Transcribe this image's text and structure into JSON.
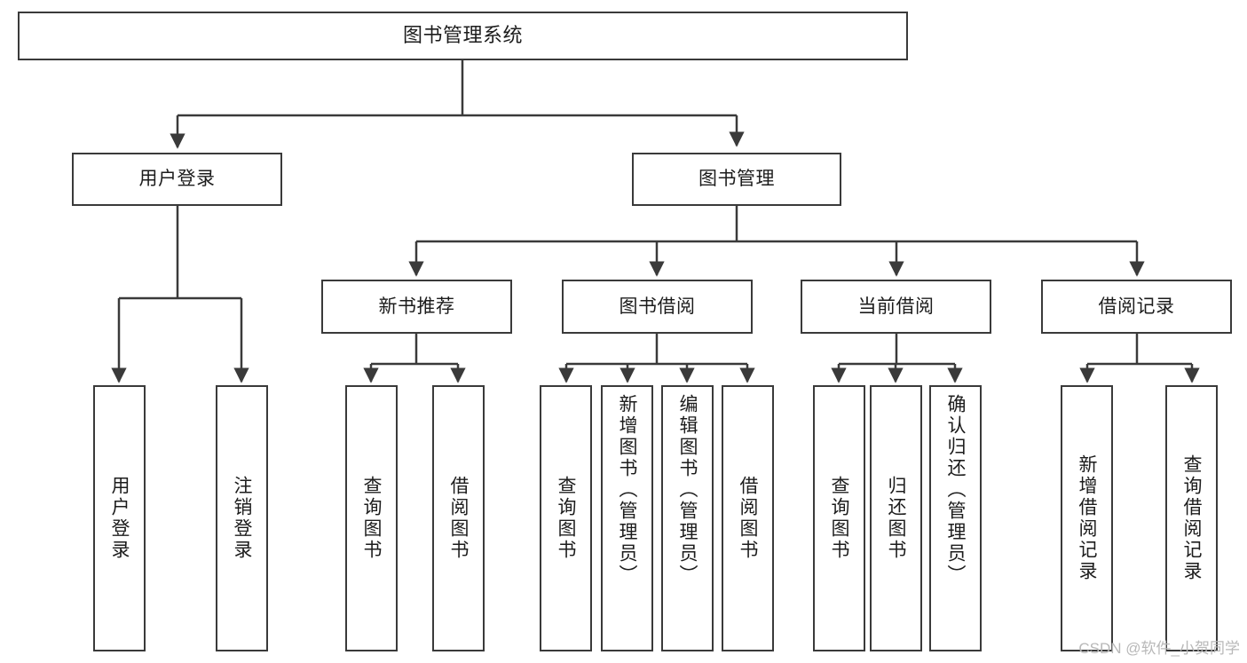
{
  "diagram": {
    "type": "tree-hierarchy",
    "root": {
      "label": "图书管理系统"
    },
    "level2": [
      {
        "label": "用户登录"
      },
      {
        "label": "图书管理"
      }
    ],
    "level3": [
      {
        "label": "新书推荐"
      },
      {
        "label": "图书借阅"
      },
      {
        "label": "当前借阅"
      },
      {
        "label": "借阅记录"
      }
    ],
    "leaves": {
      "user_login": [
        {
          "label": "用户登录"
        },
        {
          "label": "注销登录"
        }
      ],
      "new_book_recommend": [
        {
          "label": "查询图书"
        },
        {
          "label": "借阅图书"
        }
      ],
      "book_borrow": [
        {
          "label": "查询图书"
        },
        {
          "label": "新增图书（管理员）"
        },
        {
          "label": "编辑图书（管理员）"
        },
        {
          "label": "借阅图书"
        }
      ],
      "current_borrow": [
        {
          "label": "查询图书"
        },
        {
          "label": "归还图书"
        },
        {
          "label": "确认归还（管理员）"
        }
      ],
      "borrow_record": [
        {
          "label": "新增借阅记录"
        },
        {
          "label": "查询借阅记录"
        }
      ]
    }
  },
  "watermark": {
    "text": "CSDN @软件_小贺同学"
  },
  "colors": {
    "stroke": "#3a3a3a",
    "background": "#ffffff",
    "text": "#1c1c1c",
    "watermark": "#b8b8b8"
  }
}
